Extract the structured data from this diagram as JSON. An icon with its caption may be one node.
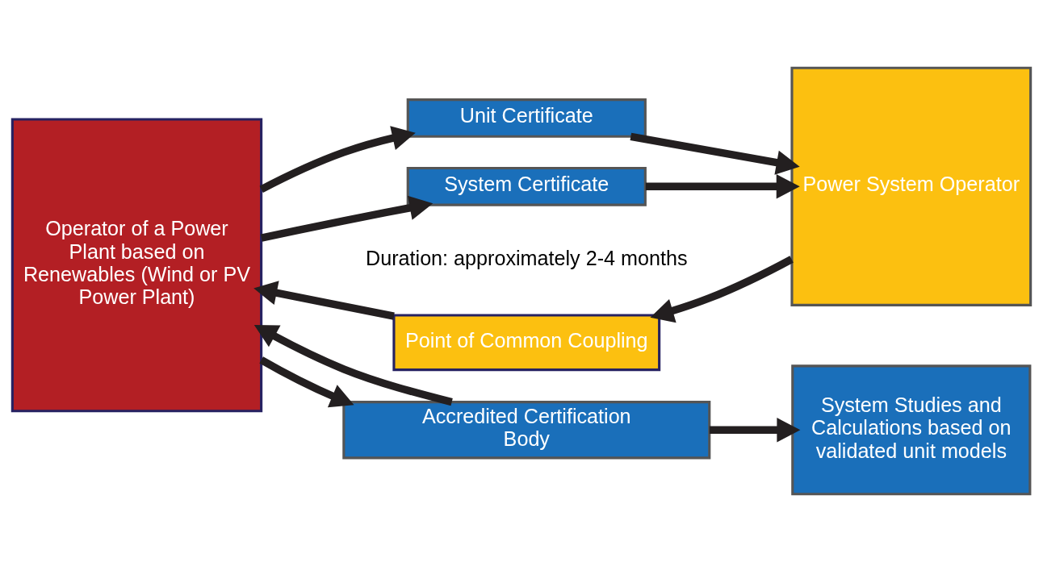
{
  "diagram": {
    "nodes": [
      {
        "text": [
          "Operator of a Power Plant based on Renewables (Wind or PV Power Plant)"
        ]
      },
      {
        "text": [
          "Unit Certificate"
        ]
      },
      {
        "text": [
          "Point of Common Coupling"
        ]
      },
      {
        "text": [
          "System Certificate"
        ],
        "beside": [
          "Duration: approximately 2-4 months"
        ]
      },
      {
        "text": [
          "Power System Operator"
        ]
      },
      {
        "text": [
          "Accredited Certification Body"
        ]
      },
      {
        "text": [
          "System Studies and Calculations based on validated unit models"
        ]
      }
    ],
    "edges": [
      {
        "from": 0,
        "to": 1,
        "arrow": "to"
      },
      {
        "from": 1,
        "to": 4,
        "arrow": "to"
      },
      {
        "from": 4,
        "to": 2,
        "arrow": "to"
      },
      {
        "from": 2,
        "to": 0,
        "arrow": "to"
      },
      {
        "from": 0,
        "to": 3,
        "arrow": "to"
      },
      {
        "from": 3,
        "to": 4,
        "arrow": "to"
      },
      {
        "from": 0,
        "to": 5,
        "arrow": "to"
      },
      {
        "from": 5,
        "to": 0,
        "arrow": "to"
      },
      {
        "from": 5,
        "to": 6,
        "arrow": "to"
      }
    ]
  }
}
